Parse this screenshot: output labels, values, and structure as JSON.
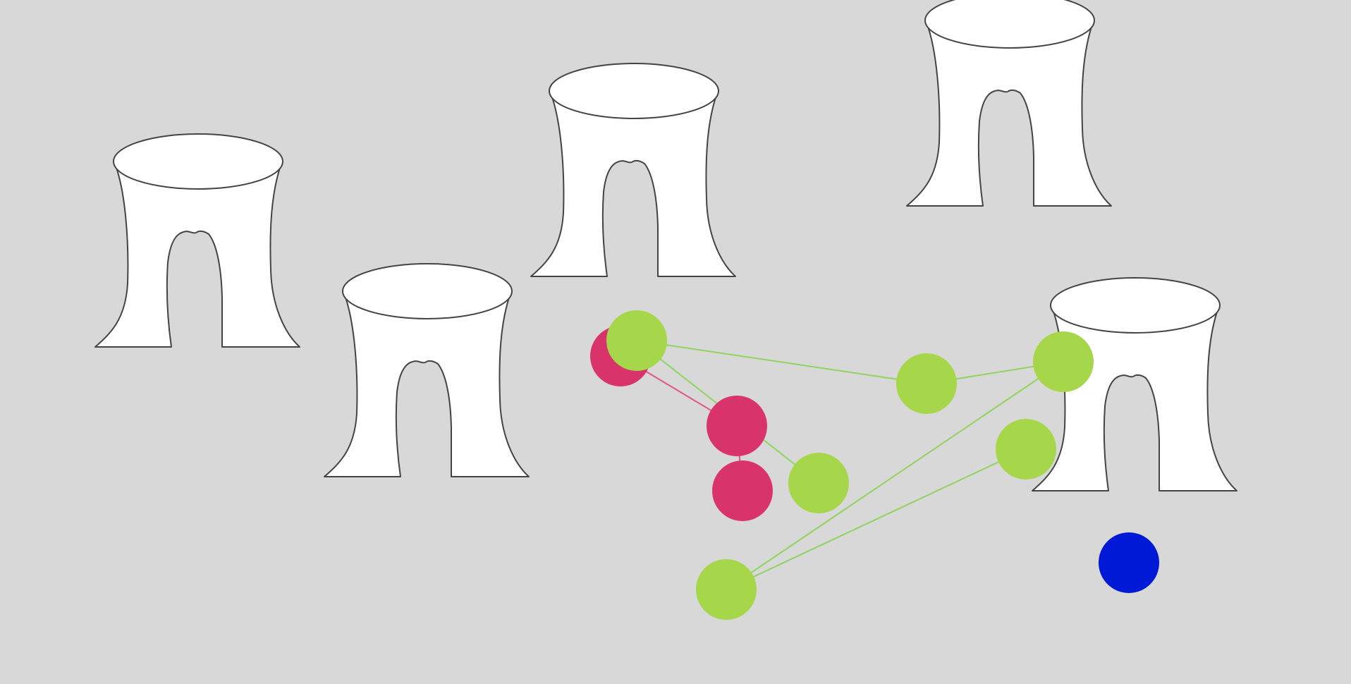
{
  "canvas": {
    "background": "#d8d8d8"
  },
  "palette": {
    "green": "#a6d64a",
    "pink": "#d9336b",
    "blue": "#0019d6",
    "green_link": "#8fd45e",
    "pink_link": "#e0578a"
  },
  "houses": [
    {
      "id": "house-1",
      "type": "stump-house"
    },
    {
      "id": "house-2",
      "type": "stump-house"
    },
    {
      "id": "house-3",
      "type": "stump-house"
    },
    {
      "id": "house-4",
      "type": "stump-house"
    },
    {
      "id": "house-5",
      "type": "stump-house"
    }
  ],
  "tokens": [
    {
      "id": "pink-1",
      "color": "pink"
    },
    {
      "id": "pink-2",
      "color": "pink"
    },
    {
      "id": "pink-3",
      "color": "pink"
    },
    {
      "id": "green-1",
      "color": "green"
    },
    {
      "id": "green-2",
      "color": "green"
    },
    {
      "id": "green-3",
      "color": "green"
    },
    {
      "id": "green-4",
      "color": "green"
    },
    {
      "id": "green-5",
      "color": "green"
    },
    {
      "id": "green-6",
      "color": "green"
    },
    {
      "id": "blue-1",
      "color": "blue"
    }
  ],
  "links": [
    {
      "from": "pink-1",
      "to": "pink-2",
      "color": "pink"
    },
    {
      "from": "pink-2",
      "to": "pink-3",
      "color": "pink"
    },
    {
      "from": "green-1",
      "to": "green-2",
      "color": "green"
    },
    {
      "from": "green-2",
      "to": "green-3",
      "color": "green"
    },
    {
      "from": "green-1",
      "to": "green-4",
      "color": "green"
    },
    {
      "from": "green-3",
      "to": "green-6",
      "color": "green"
    },
    {
      "from": "green-5",
      "to": "green-6",
      "color": "green"
    }
  ]
}
